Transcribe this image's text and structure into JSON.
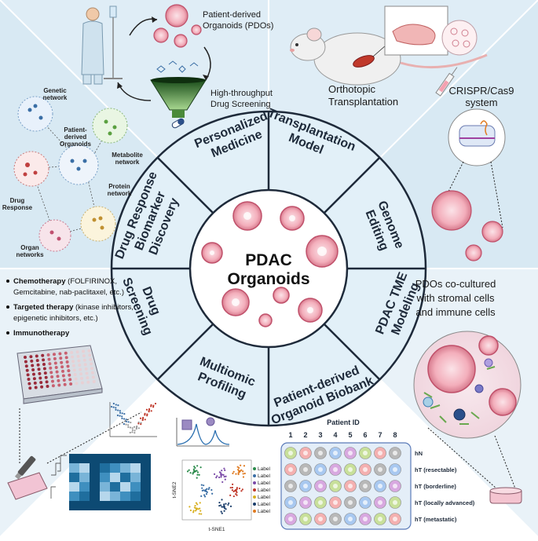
{
  "center": {
    "line1": "PDAC",
    "line2": "Organoids"
  },
  "segments": {
    "personalized_medicine": [
      "Personalized",
      "Medicine"
    ],
    "transplantation_model": [
      "Transplantation",
      "Model"
    ],
    "genome_editing": [
      "Genome",
      "Editing"
    ],
    "pdac_tme_modeling": [
      "PDAC TME",
      "Modeling"
    ],
    "organoid_biobank": [
      "Patient-derived",
      "Organoid Biobank"
    ],
    "multiomic_profiling": [
      "Multiomic",
      "Profiling"
    ],
    "drug_screening": [
      "Drug",
      "Screening"
    ],
    "biomarker_discovery": [
      "Drug Response",
      "Biomarker",
      "Discovery"
    ]
  },
  "top_left": {
    "pdo_label_1": "Patient-derived",
    "pdo_label_2": "Organoids (PDOs)",
    "hts_label_1": "High-throughput",
    "hts_label_2": "Drug Screening"
  },
  "top_right": {
    "ortho_label_1": "Orthotopic",
    "ortho_label_2": "Transplantation",
    "crispr_label_1": "CRISPR/Cas9",
    "crispr_label_2": "system"
  },
  "left_network": {
    "genetic": [
      "Genetic",
      "network"
    ],
    "patient_organoids": [
      "Patient-",
      "derived",
      "Organoids"
    ],
    "metabolite": [
      "Metabolite",
      "network"
    ],
    "protein": [
      "Protein",
      "network"
    ],
    "drug_response": [
      "Drug",
      "Response"
    ],
    "organ": [
      "Organ",
      "networks"
    ]
  },
  "therapies": [
    {
      "bold": "Chemotherapy",
      "rest": " (FOLFIRINOX,",
      "line2": "Gemcitabine, nab-paclitaxel, etc.)"
    },
    {
      "bold": "Targeted therapy",
      "rest": " (kinase inhibitors,",
      "line2": "epigenetic inhibitors, etc.)"
    },
    {
      "bold": "Immunotherapy",
      "rest": "",
      "line2": ""
    }
  ],
  "tme": {
    "line1": "PDOs co-cultured",
    "line2": "with stromal cells",
    "line3": "and immune cells"
  },
  "biobank": {
    "title": "Patient ID",
    "ids": [
      "1",
      "2",
      "3",
      "4",
      "5",
      "6",
      "7",
      "8"
    ],
    "rows": [
      "hN",
      "hT (resectable)",
      "hT (borderline)",
      "hT (locally advanced)",
      "hT (metastatic)"
    ]
  },
  "tsne": {
    "xlabel": "t-SNE1",
    "ylabel": "t-SNE2",
    "legend": [
      "Label",
      "Label",
      "Label",
      "Label",
      "Label",
      "Label",
      "Label"
    ]
  },
  "colors": {
    "panel_top": "#dcebf5",
    "panel_mid": "#d5e7f3",
    "ring": "#ffffff",
    "inner_ring": "#dcedf7",
    "organoid_fill": "#f2aab5",
    "organoid_edge": "#c0506a",
    "accent_red": "#c0392b"
  }
}
